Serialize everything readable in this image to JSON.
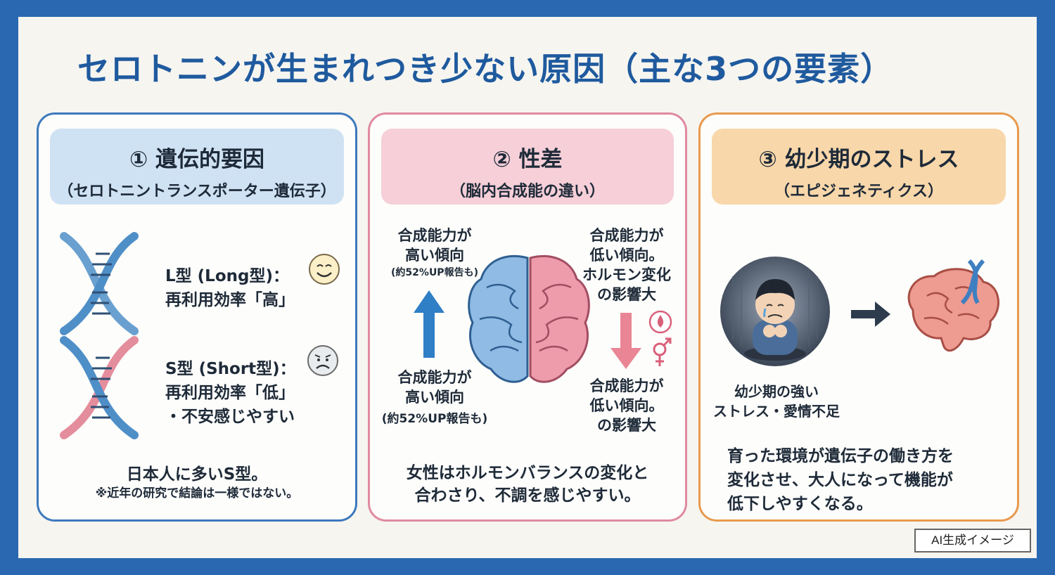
{
  "title": "セロトニンが生まれつき少ない原因（主な3つの要素）",
  "panel1": {
    "title": "① 遺伝的要因",
    "subtitle": "（セロトニントランスポーター遺伝子）",
    "l_type_line1": "L型 (Long型)：",
    "l_type_line2": "再利用効率「高」",
    "s_type_line1": "S型 (Short型)：",
    "s_type_line2": "再利用効率「低」",
    "s_type_line3": "・不安感じやすい",
    "note_main": "日本人に多いS型。",
    "note_sub": "※近年の研究で結論は一様ではない。",
    "icons": [
      "dna-icon",
      "smile-face-icon",
      "dna-icon",
      "sad-face-icon"
    ]
  },
  "panel2": {
    "title": "② 性差",
    "subtitle": "（脳内合成能の違い）",
    "left_top_1": "合成能力が",
    "left_top_2": "高い傾向",
    "left_top_3": "(約52%UP報告も)",
    "left_bottom_1": "合成能力が",
    "left_bottom_2": "高い傾向",
    "left_bottom_3": "(約52%UP報告も)",
    "right_top_1": "合成能力が",
    "right_top_2": "低い傾向。",
    "right_top_3": "ホルモン変化",
    "right_top_4": "の影響大",
    "right_bottom_1": "合成能力が",
    "right_bottom_2": "低い傾向。",
    "right_bottom_3": "の影響大",
    "note_line1": "女性はホルモンバランスの変化と",
    "note_line2": "合わさり、不調を感じやすい。",
    "icons": [
      "up-arrow-icon",
      "brain-icon",
      "down-arrow-icon",
      "blood-drop-icon",
      "gender-icon"
    ]
  },
  "panel3": {
    "title": "③ 幼少期のストレス",
    "subtitle": "（エピジェネティクス）",
    "caption_1": "幼少期の強い",
    "caption_2": "ストレス・愛情不足",
    "note_line1": "育った環境が遺伝子の働き方を",
    "note_line2": "変化させ、大人になって機能が",
    "note_line3": "低下しやすくなる。",
    "icons": [
      "crying-child-icon",
      "right-arrow-icon",
      "brain-dna-icon"
    ]
  },
  "badge": "AI生成イメージ",
  "colors": {
    "outer": "#2a68b1",
    "title": "#1f5a9e",
    "blue_border": "#3d79bd",
    "pink_border": "#df8aa0",
    "orange_border": "#e89a4d"
  }
}
